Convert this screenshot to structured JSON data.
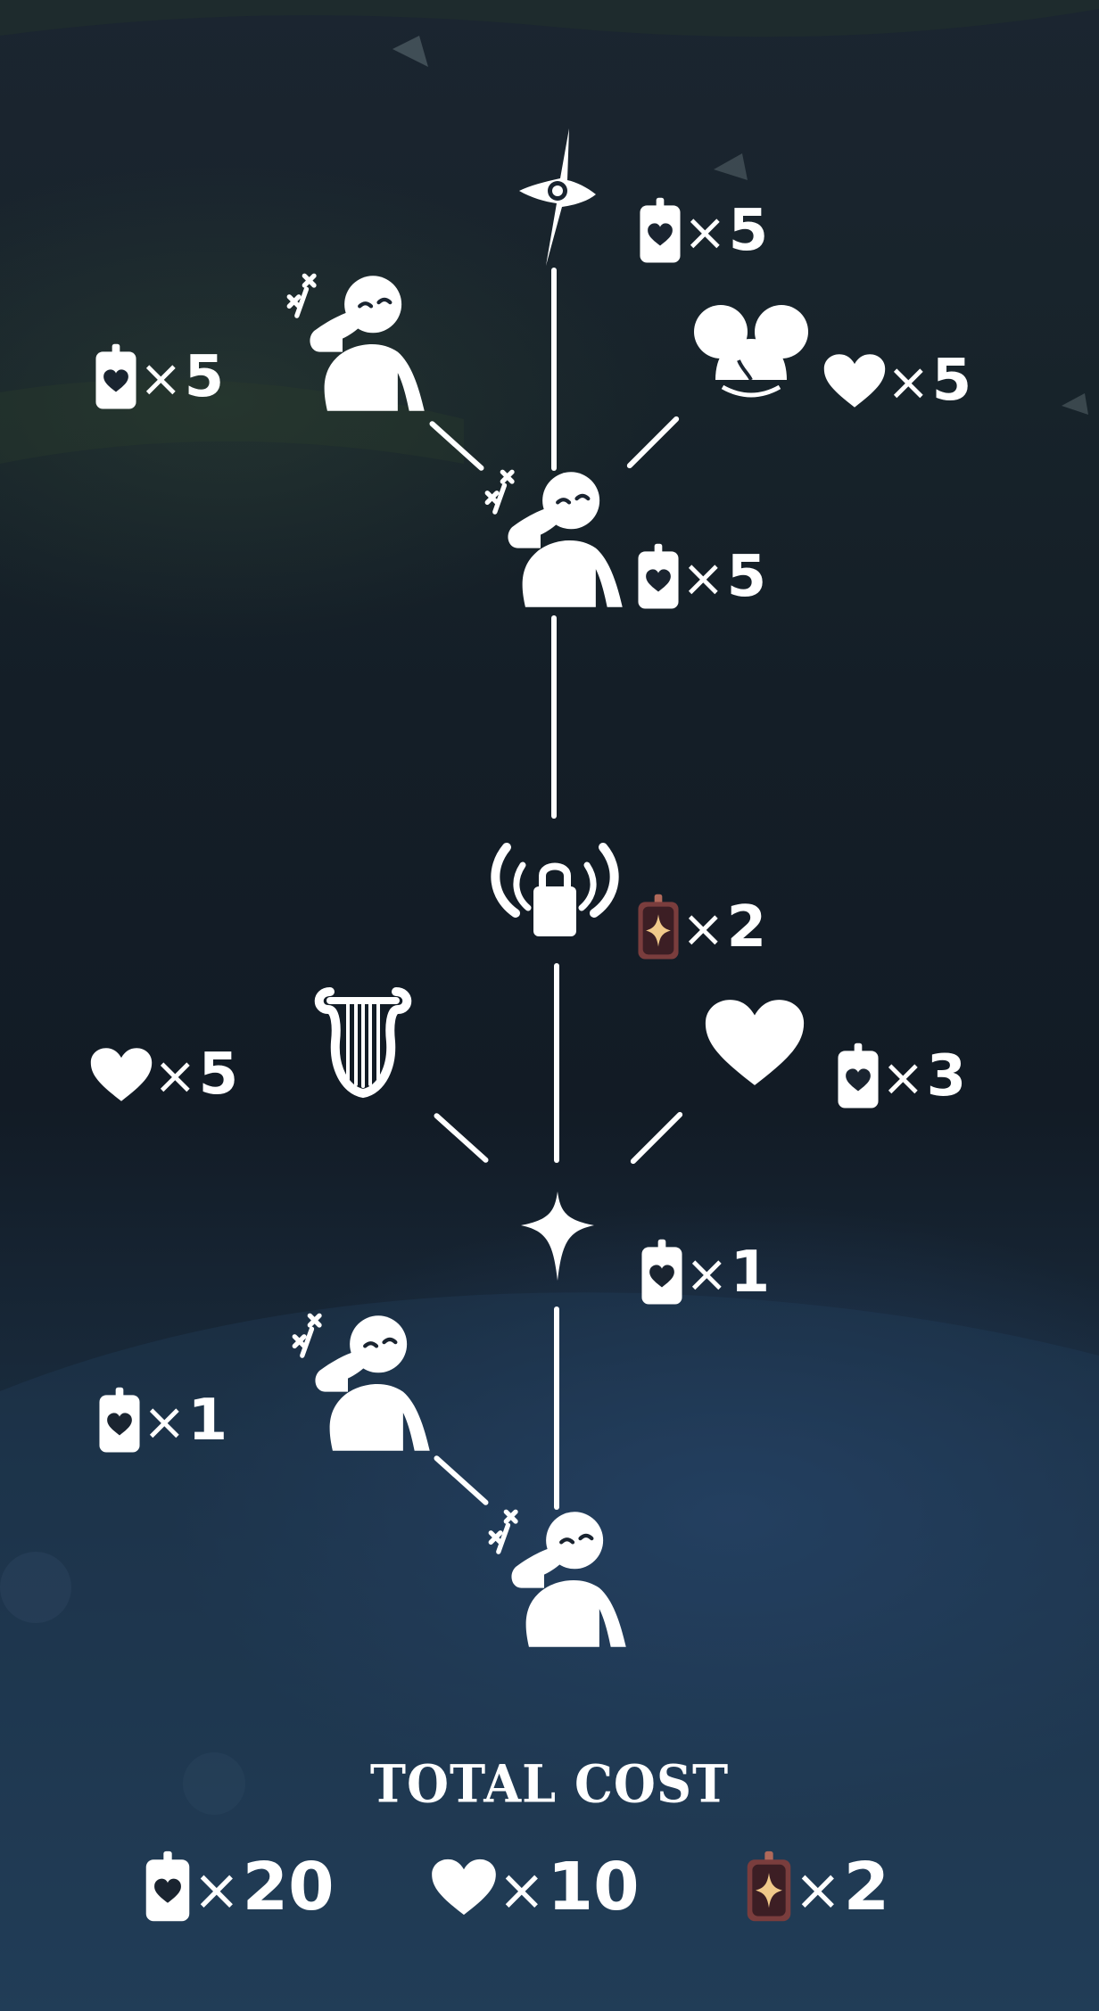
{
  "colors": {
    "icon": "#ffffff",
    "ascended_candle_body": "#7a3d3d",
    "ascended_candle_glow": "#f0c98a"
  },
  "tree": {
    "top_cape": {
      "icon": "cape-icon",
      "currency": "white-candle",
      "count": "5"
    },
    "emote_left_tier3": {
      "icon": "laugh-emote-icon",
      "currency": "white-candle",
      "count": "5"
    },
    "hair_mouse_ears": {
      "icon": "mouse-ears-hair-icon",
      "currency": "heart",
      "count": "5"
    },
    "emote_center_tier2": {
      "icon": "laugh-emote-icon",
      "currency": "white-candle",
      "count": "5"
    },
    "winged_light_lock": {
      "icon": "winged-lock-icon",
      "currency": "ascended-candle",
      "count": "2"
    },
    "lyre": {
      "icon": "lyre-icon",
      "currency": "heart",
      "count": "5"
    },
    "heart_gift": {
      "icon": "heart-icon",
      "currency": "white-candle",
      "count": "3"
    },
    "spell_star": {
      "icon": "spell-star-icon",
      "currency": "white-candle",
      "count": "1"
    },
    "emote_left_tier1": {
      "icon": "laugh-emote-icon",
      "currency": "white-candle",
      "count": "1"
    },
    "emote_base": {
      "icon": "laugh-emote-icon"
    }
  },
  "total": {
    "title": "TOTAL COST",
    "candles": "20",
    "hearts": "10",
    "ascended_candles": "2"
  }
}
